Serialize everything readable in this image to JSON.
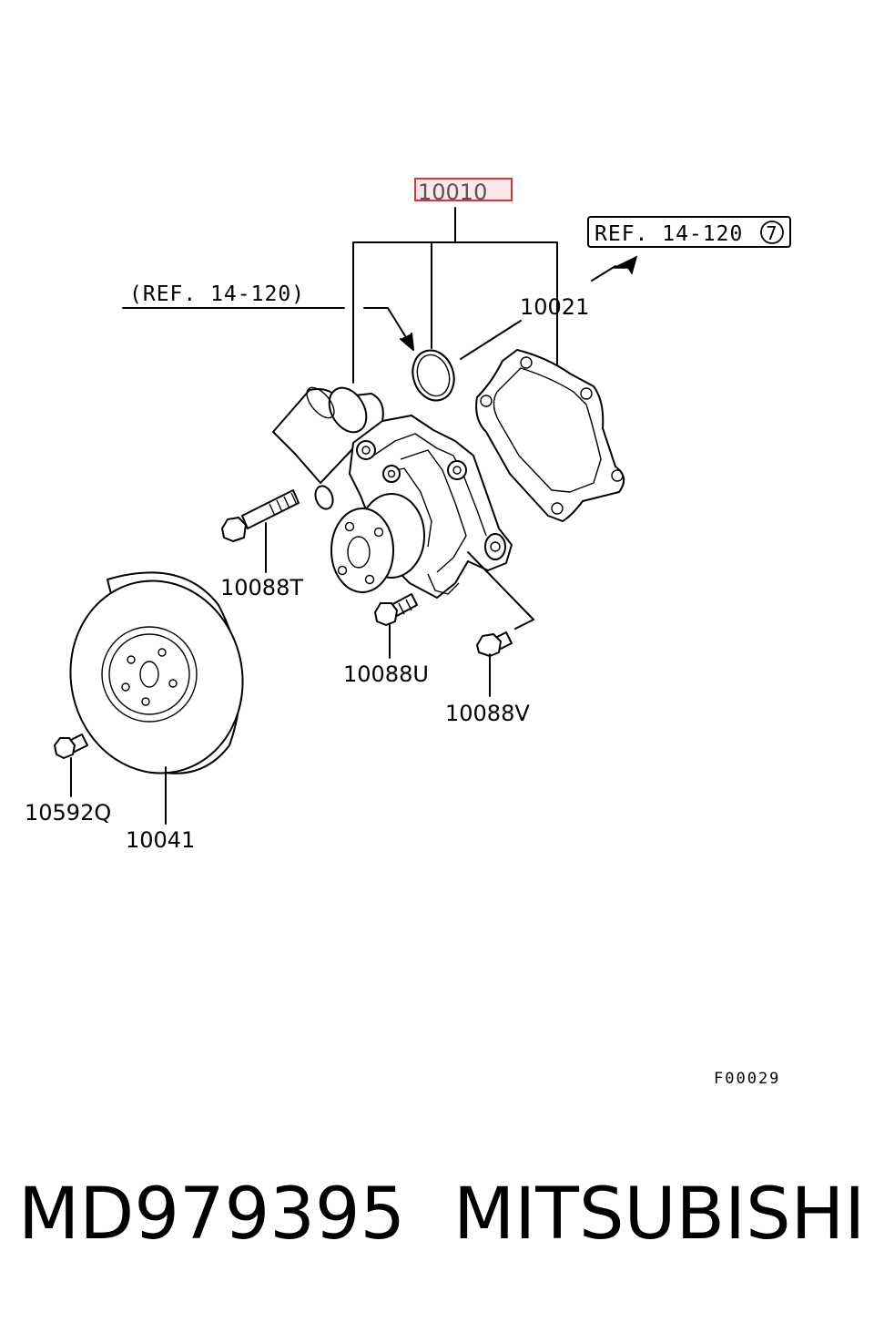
{
  "callouts": {
    "c10010": "10010",
    "c10021": "10021",
    "c10088T": "10088T",
    "c10088U": "10088U",
    "c10088V": "10088V",
    "c10592Q": "10592Q",
    "c10041": "10041"
  },
  "references": {
    "ref_left": "(REF. 14-120)",
    "ref_right": "REF. 14-120",
    "ref_right_circle": "7"
  },
  "figure_code": "F00029",
  "footer": {
    "part_number": "MD979395",
    "brand": "MITSUBISHI"
  },
  "colors": {
    "highlight_stroke": "#e0303a",
    "highlight_fill": "#fde6e8",
    "line": "#000000"
  }
}
